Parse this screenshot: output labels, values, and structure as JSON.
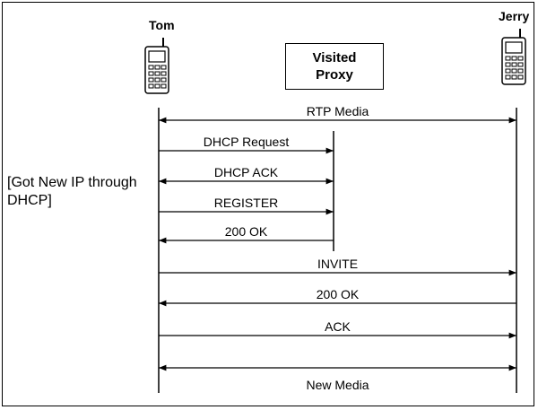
{
  "participants": {
    "tom": {
      "name": "Tom",
      "icon": "mobile-phone-icon"
    },
    "proxy": {
      "name": "Visited\nProxy"
    },
    "jerry": {
      "name": "Jerry",
      "icon": "mobile-phone-icon"
    }
  },
  "note": "[Got New IP through DHCP]",
  "messages": [
    {
      "label": "RTP Media",
      "from": "tom",
      "to": "jerry",
      "direction": "both"
    },
    {
      "label": "DHCP Request",
      "from": "tom",
      "to": "proxy",
      "direction": "right"
    },
    {
      "label": "DHCP ACK",
      "from": "tom",
      "to": "proxy",
      "direction": "both"
    },
    {
      "label": "REGISTER",
      "from": "tom",
      "to": "proxy",
      "direction": "right"
    },
    {
      "label": "200 OK",
      "from": "proxy",
      "to": "tom",
      "direction": "left"
    },
    {
      "label": "INVITE",
      "from": "tom",
      "to": "jerry",
      "direction": "right"
    },
    {
      "label": "200 OK",
      "from": "jerry",
      "to": "tom",
      "direction": "left"
    },
    {
      "label": "ACK",
      "from": "tom",
      "to": "jerry",
      "direction": "right"
    },
    {
      "label": "New Media",
      "from": "tom",
      "to": "jerry",
      "direction": "both"
    }
  ]
}
